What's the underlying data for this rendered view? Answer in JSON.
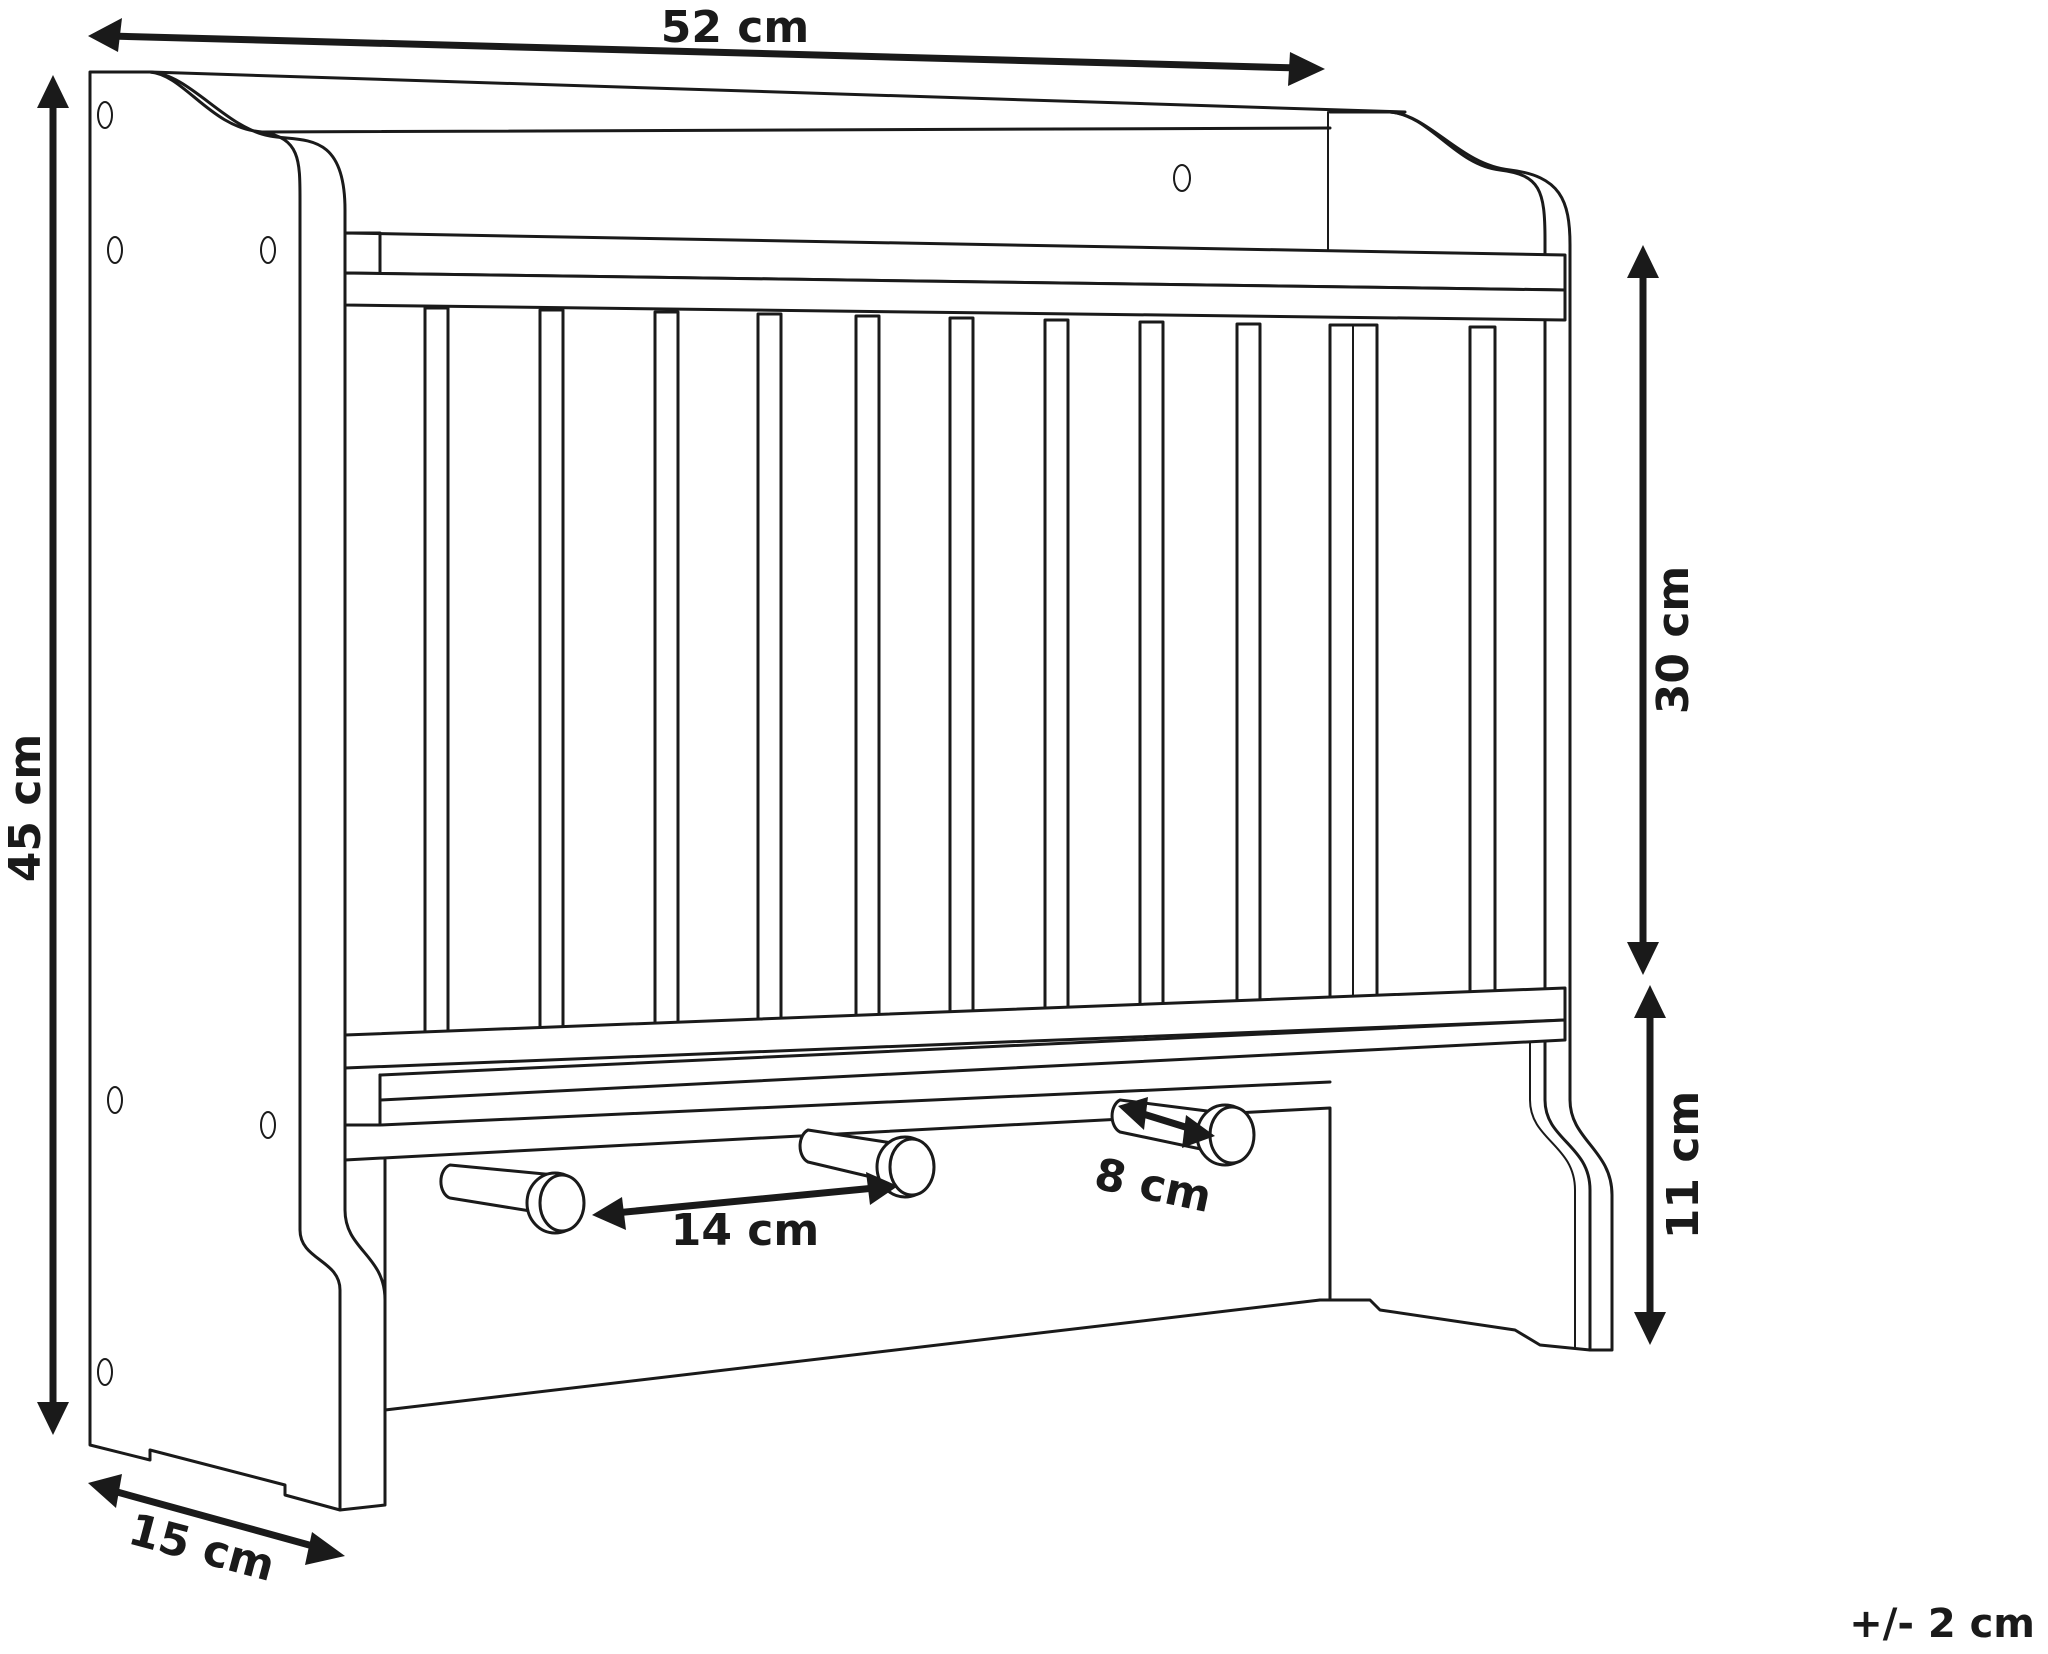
{
  "dimensions": {
    "width": "52 cm",
    "height": "45 cm",
    "depth": "15 cm",
    "rack_height": "30 cm",
    "hook_height": "11 cm",
    "hook_spacing": "14 cm",
    "hook_length": "8 cm"
  },
  "tolerance": "+/- 2 cm"
}
